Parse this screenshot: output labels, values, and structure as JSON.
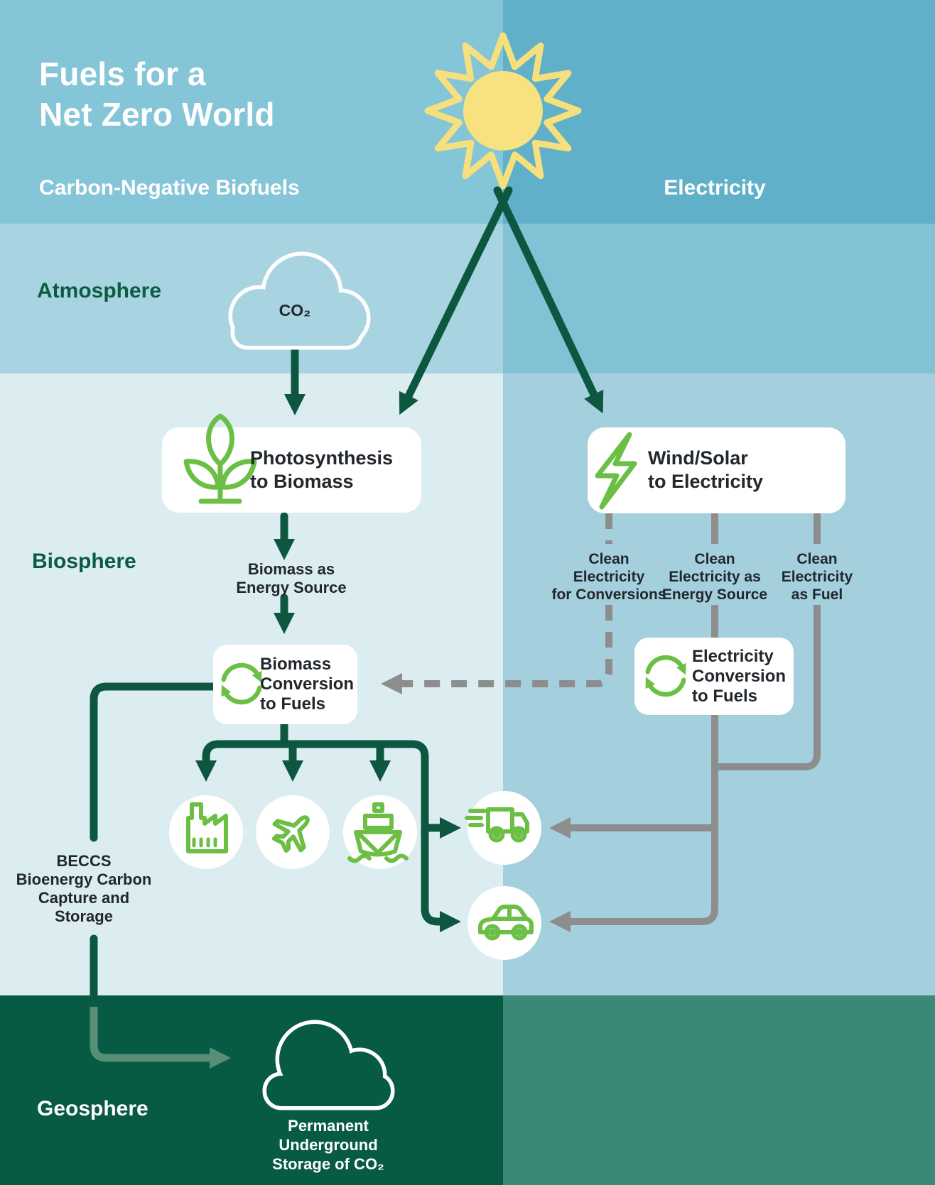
{
  "title": "Fuels for a\nNet Zero World",
  "columns": {
    "left": "Carbon-Negative Biofuels",
    "right": "Electricity"
  },
  "bands": {
    "atmosphere": "Atmosphere",
    "biosphere": "Biosphere",
    "geosphere": "Geosphere"
  },
  "atmosphere": {
    "co2_cloud": "CO₂"
  },
  "boxes": {
    "photosynthesis": "Photosynthesis\nto Biomass",
    "wind_solar": "Wind/Solar\nto Electricity",
    "biomass_conversion": "Biomass\nConversion\nto Fuels",
    "electricity_conversion": "Electricity\nConversion\nto Fuels"
  },
  "flow_labels": {
    "biomass_energy": "Biomass as\nEnergy Source",
    "clean_conversions": "Clean\nElectricity\nfor Conversions",
    "clean_energy_source": "Clean\nElectricity as\nEnergy Source",
    "clean_fuel": "Clean\nElectricity\nas Fuel",
    "beccs": "BECCS\nBioenergy Carbon\nCapture and\nStorage",
    "storage": "Permanent\nUnderground\nStorage of CO₂"
  },
  "icons": {
    "sun": "sun-icon",
    "co2_cloud": "co2-cloud-icon",
    "plant": "plant-icon",
    "lightning": "lightning-icon",
    "biomass_cycle": "cycle-icon",
    "electricity_cycle": "cycle-icon",
    "factory": "factory-icon",
    "airplane": "airplane-icon",
    "ship": "ship-icon",
    "truck": "truck-icon",
    "car": "car-icon",
    "storage_cloud": "storage-cloud-icon"
  },
  "colors": {
    "header_left_bg": "#85c5d8",
    "header_right_bg": "#5fb0c8",
    "atmosphere_left_bg": "#a8d4e1",
    "atmosphere_right_bg": "#83c2d5",
    "biosphere_left_bg": "#dcedf2",
    "biosphere_right_bg": "#a4cfdd",
    "geosphere_left_bg": "#075a44",
    "geosphere_right_bg": "#3a8876",
    "dark_green": "#0d5741",
    "icon_green": "#6cbf45",
    "gray": "#8d8d8d",
    "sage": "#568f76",
    "sun_yellow": "#f6e07d",
    "text_dark": "#21272c",
    "white": "#ffffff"
  }
}
